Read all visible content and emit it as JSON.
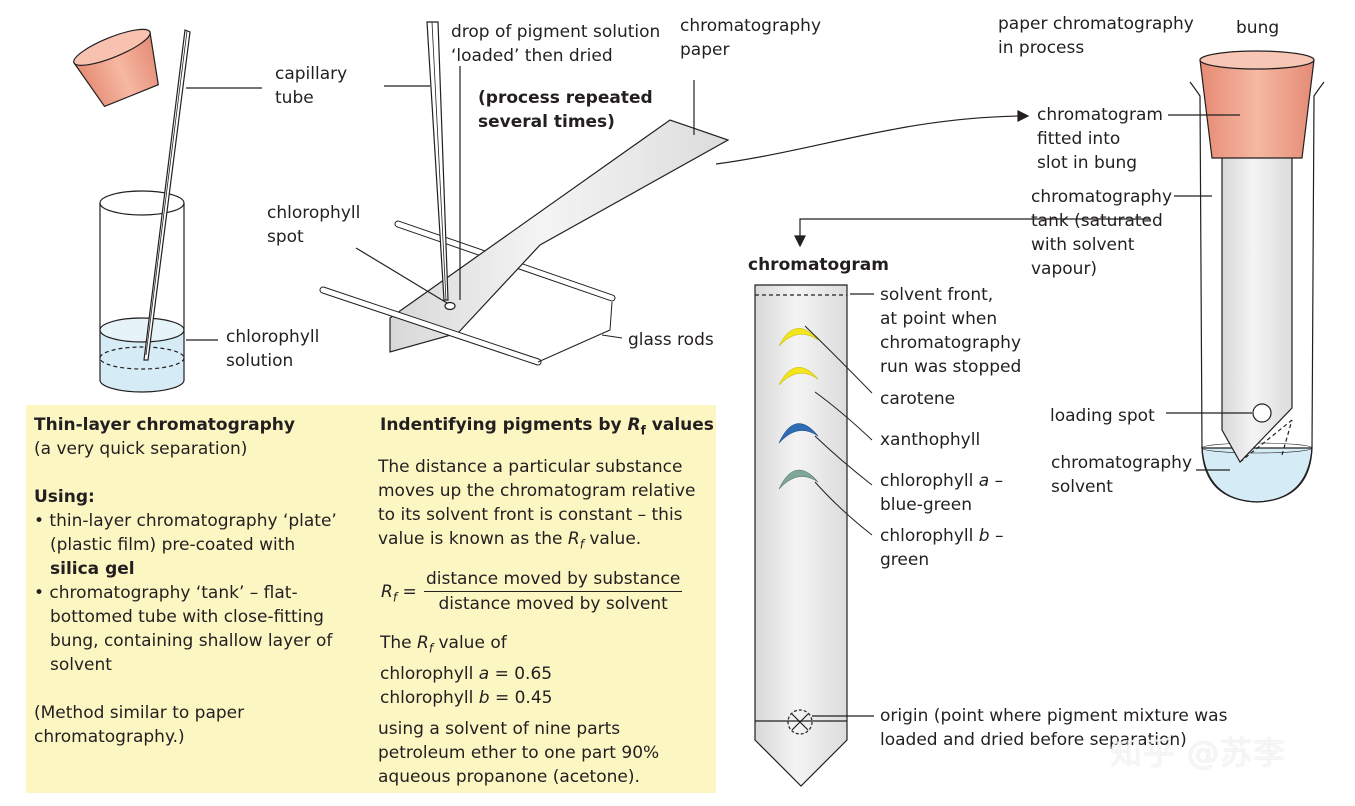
{
  "colors": {
    "bung": "#f1a58e",
    "solution": "#d5ecf6",
    "paper": "#e8e8e8",
    "box": "#fbf6c2",
    "carotene": "#f4e61d",
    "xanthophyll": "#f4e61d",
    "chlorophyll_a": "#2e6db4",
    "chlorophyll_b": "#7ea799"
  },
  "labels": {
    "capillary_tube": [
      "capillary",
      "tube"
    ],
    "drop": [
      "drop of pigment solution",
      "‘loaded’ then dried"
    ],
    "process_repeated": [
      "(process repeated",
      "several times)"
    ],
    "chromatography_paper": [
      "chromatography",
      "paper"
    ],
    "chlorophyll_spot": [
      "chlorophyll",
      "spot"
    ],
    "chlorophyll_solution": [
      "chlorophyll",
      "solution"
    ],
    "glass_rods": "glass rods",
    "paper_in_process": [
      "paper chromatography",
      "in process"
    ],
    "bung": "bung",
    "chromatogram_fitted": [
      "chromatogram",
      "fitted into",
      "slot in bung"
    ],
    "tank": [
      "chromatography",
      "tank (saturated",
      "with solvent",
      "vapour)"
    ],
    "loading_spot": "loading spot",
    "chromatography_solvent": [
      "chromatography",
      "solvent"
    ],
    "chromatogram_title": "chromatogram",
    "solvent_front": [
      "solvent front,",
      "at point when",
      "chromatography",
      "run was stopped"
    ],
    "carotene": "carotene",
    "xanthophyll": "xanthophyll",
    "chlorophyll_a_pre": "chlorophyll ",
    "chlorophyll_a_italic": "a",
    "chlorophyll_a_post": " –",
    "chlorophyll_a_color": "blue-green",
    "chlorophyll_b_pre": "chlorophyll ",
    "chlorophyll_b_italic": "b",
    "chlorophyll_b_post": " –",
    "chlorophyll_b_color": "green",
    "origin": [
      "origin (point where pigment mixture was",
      "loaded and dried before separation)"
    ]
  },
  "box": {
    "left_title": "Thin-layer chromatography",
    "left_subtitle": "(a very quick separation)",
    "using": "Using:",
    "bullet1_lines": [
      "• thin-layer chromatography ‘plate’",
      "(plastic film) pre-coated with"
    ],
    "bullet1_bold": "silica gel",
    "bullet2_lines": [
      "• chromatography ‘tank’ – flat-",
      "bottomed tube with close-fitting",
      "bung, containing shallow layer of",
      "solvent"
    ],
    "method_note": [
      "(Method similar to paper",
      "chromatography.)"
    ],
    "right_title_pre": "Indentifying pigments by ",
    "right_title_R": "R",
    "right_title_f": "f",
    "right_title_post": " values",
    "para_lines": [
      "The distance a particular substance",
      "moves up the chromatogram relative",
      "to its solvent front is constant – this"
    ],
    "para_last_pre": "value is known as the ",
    "para_last_R": "R",
    "para_last_f": "f",
    "para_last_post": " value.",
    "formula_R": "R",
    "formula_f": "f",
    "formula_eq": " =",
    "formula_num": "distance moved by substance",
    "formula_den": "distance moved by solvent",
    "value_of_pre": "The ",
    "value_of_R": "R",
    "value_of_f": "f",
    "value_of_post": " value of",
    "chl_a_pre": "chlorophyll ",
    "chl_a_it": "a",
    "chl_a_post": " = 0.65",
    "chl_b_pre": "chlorophyll ",
    "chl_b_it": "b",
    "chl_b_post": " = 0.45",
    "solvent_note": [
      "using a solvent of nine parts",
      "petroleum ether to one part 90%",
      "aqueous propanone (acetone)."
    ]
  },
  "watermark": "知乎 @苏李"
}
